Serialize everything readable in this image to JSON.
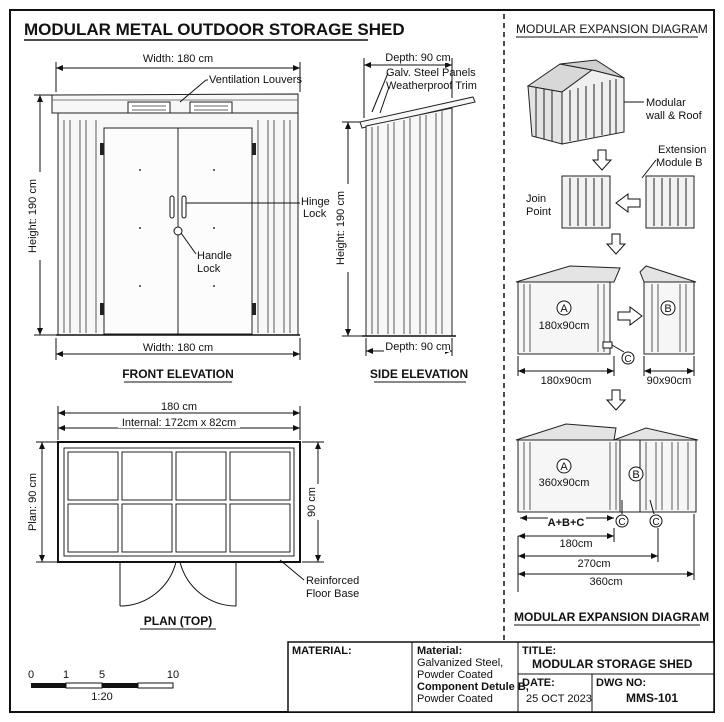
{
  "sheet_title": "MODULAR METAL OUTDOOR STORAGE SHED",
  "front": {
    "width_top": "Width: 180 cm",
    "width_bottom": "Width: 180 cm",
    "height": "Height: 190 cm",
    "louvers": "Ventilation Louvers",
    "hinge_1": "Hinge",
    "hinge_2": "Lock",
    "handle_1": "Handle",
    "handle_2": "Lock",
    "caption": "FRONT ELEVATION"
  },
  "side": {
    "depth_top": "Depth: 90 cm",
    "depth_bottom": "Depth: 90 cm",
    "height": "Height: 190 cm",
    "panels_1": "Galv. Steel Panels",
    "panels_2": "Weatherproof Trim",
    "caption": "SIDE ELEVATION"
  },
  "plan": {
    "overall": "180 cm",
    "internal": "Internal: 172cm x 82cm",
    "left_dim": "Plan: 90 cm",
    "right_dim": "90 cm",
    "floor_1": "Reinforced",
    "floor_2": "Floor Base",
    "caption": "PLAN (TOP)"
  },
  "expansion": {
    "title_top": "MODULAR EXPANSION DIAGRAM",
    "title_bottom": "MODULAR EXPANSION DIAGRAM",
    "modular_1": "Modular",
    "modular_2": "wall & Roof",
    "ext_1": "Extension",
    "ext_2": "Module B",
    "join_1": "Join",
    "join_2": "Point",
    "mod_a": "A",
    "mod_a_size": "180x90cm",
    "mod_b": "B",
    "mod_c": "C",
    "dim_a": "180x90cm",
    "dim_b": "90x90cm",
    "big_a_size": "360x90cm",
    "abc": "A+B+C",
    "dim_180": "180cm",
    "dim_270": "270cm",
    "dim_360": "360cm"
  },
  "scale": {
    "t0": "0",
    "t1": "1",
    "t5": "5",
    "t10": "10",
    "ratio": "1:20"
  },
  "title_block": {
    "material_head": "MATERIAL:",
    "material_label": "Material:",
    "material_1": "Galvanized Steel,",
    "material_2": "Powder Coated",
    "component_label": "Component Detule B,",
    "component_1": "Powder Coated",
    "title_label": "TITLE:",
    "title_value": "MODULAR STORAGE SHED",
    "date_label": "DATE:",
    "date_value": "25 OCT 2023",
    "dwg_label": "DWG NO:",
    "dwg_value": "MMS-101"
  }
}
